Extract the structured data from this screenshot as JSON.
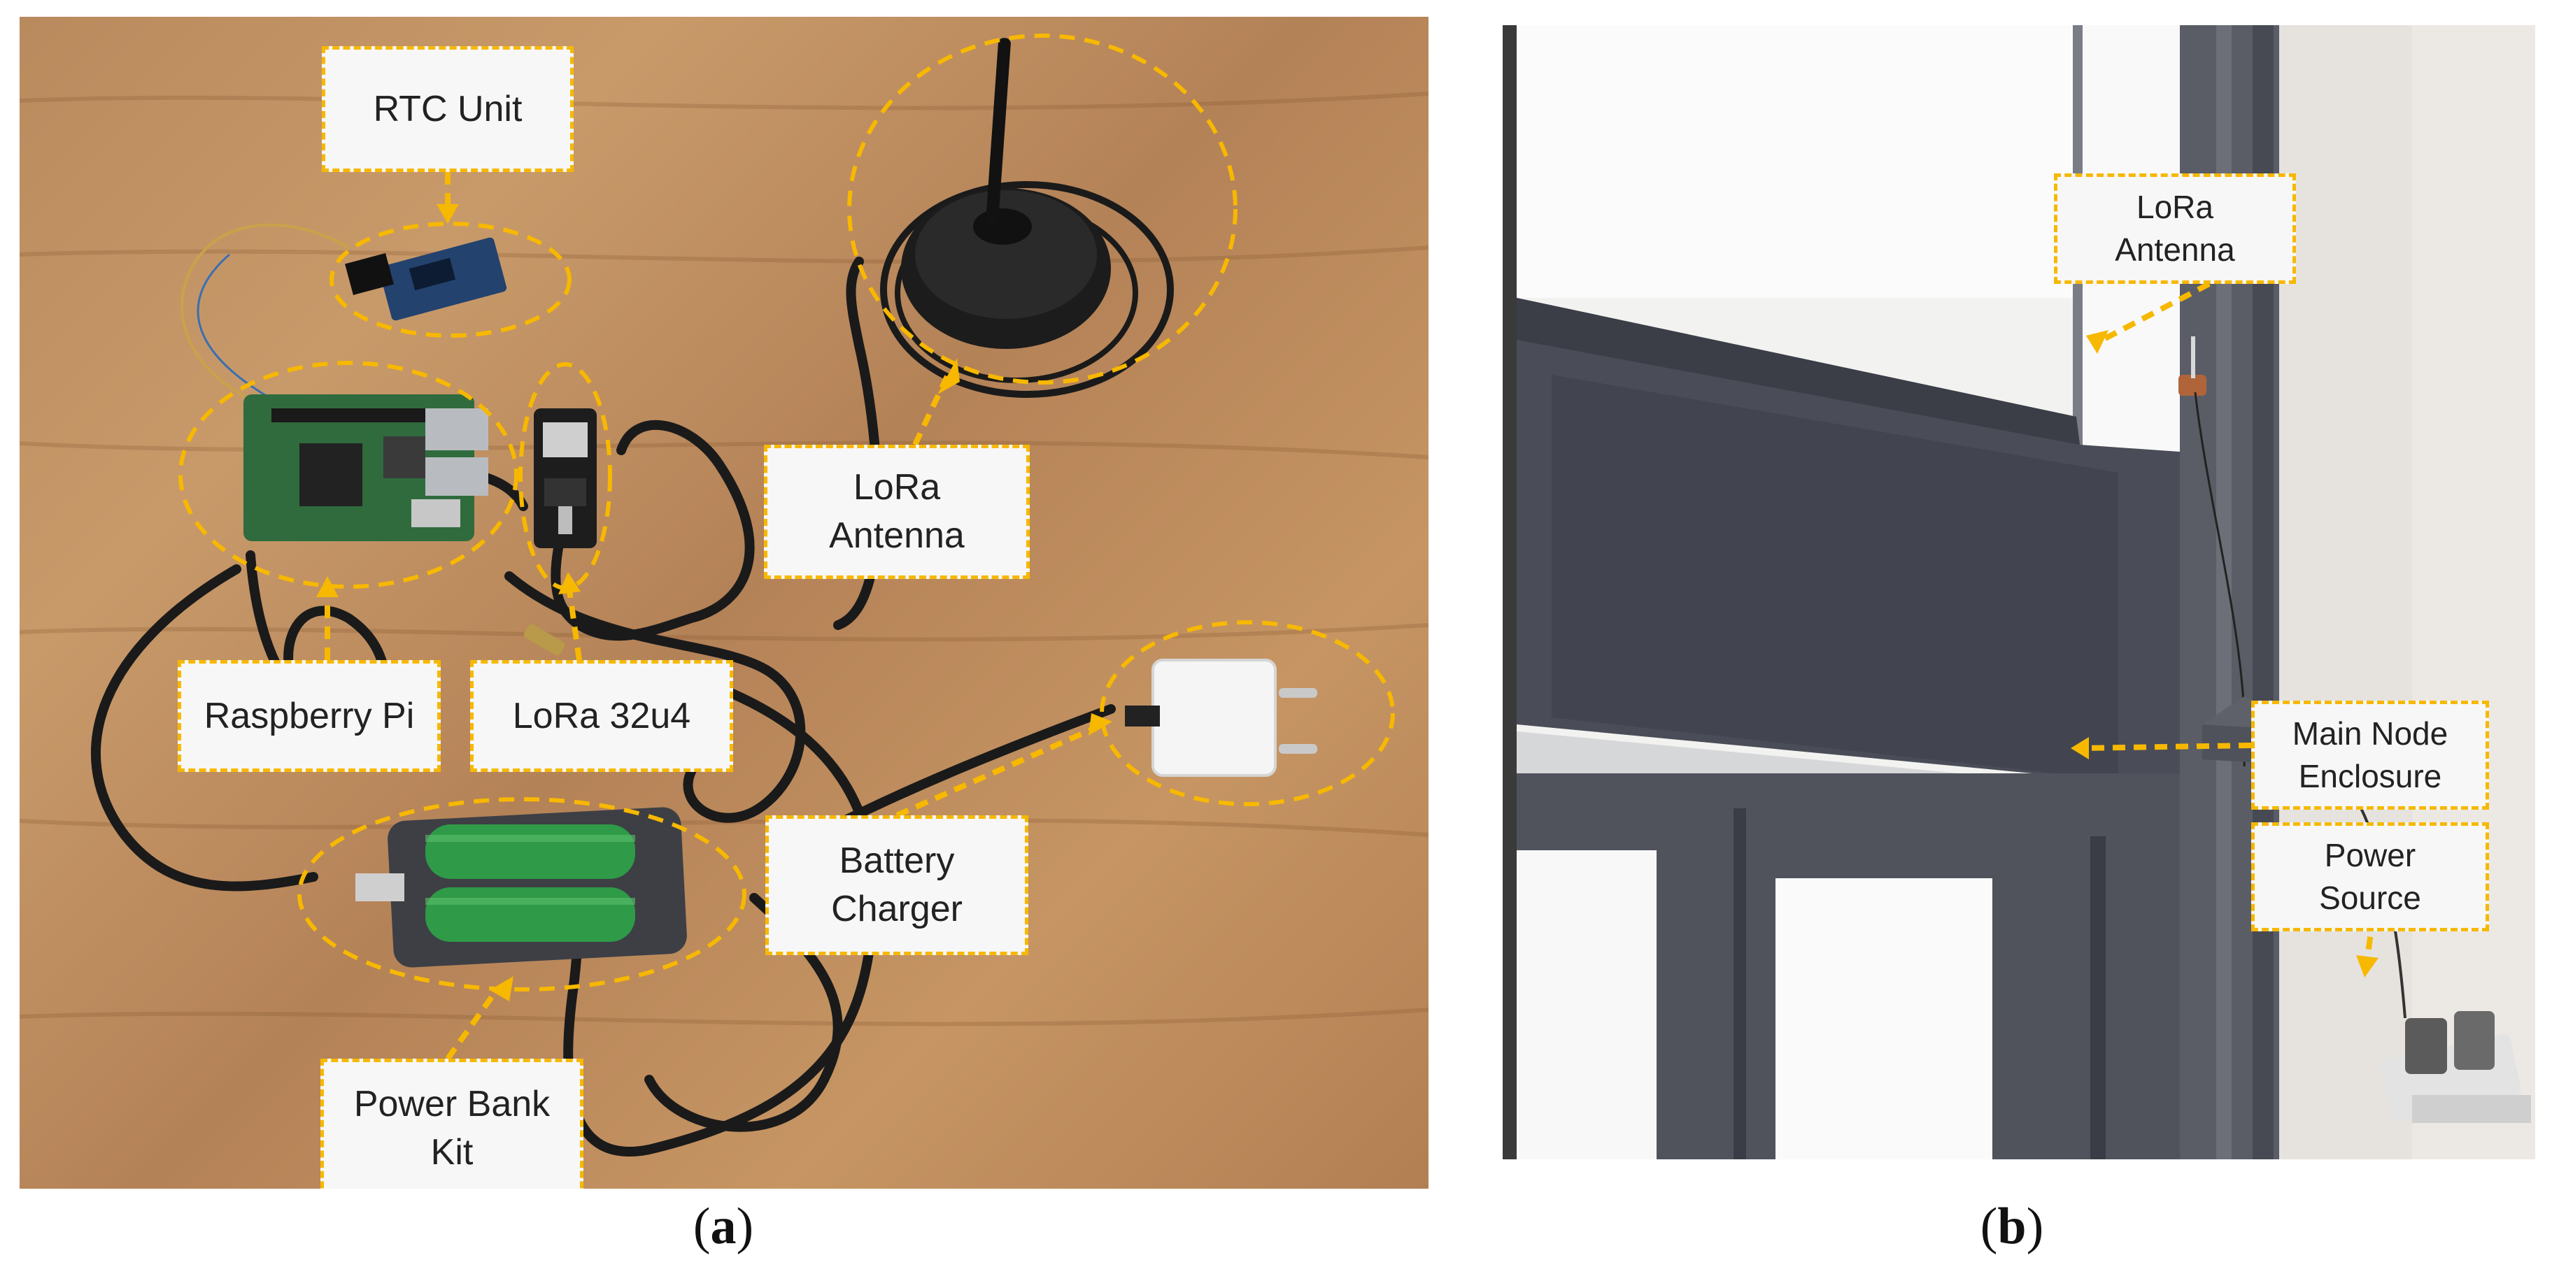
{
  "panels": {
    "a": {
      "caption_open": "(",
      "caption_letter": "a",
      "caption_close": ")",
      "labels": {
        "rtc_unit": "RTC Unit",
        "lora_antenna": "LoRa\nAntenna",
        "raspberry_pi": "Raspberry Pi",
        "lora_32u4": "LoRa 32u4",
        "battery_charger": "Battery\nCharger",
        "power_bank_kit": "Power Bank\nKit"
      }
    },
    "b": {
      "caption_open": "(",
      "caption_letter": "b",
      "caption_close": ")",
      "labels": {
        "lora_antenna": "LoRa\nAntenna",
        "main_node_enclosure": "Main Node\nEnclosure",
        "power_source": "Power\nSource"
      }
    }
  },
  "colors": {
    "annotation": "#f7b800",
    "label_bg": "#f7f7f7",
    "table_wood": "#bf8f60",
    "frame_dark": "#4a4d57"
  }
}
